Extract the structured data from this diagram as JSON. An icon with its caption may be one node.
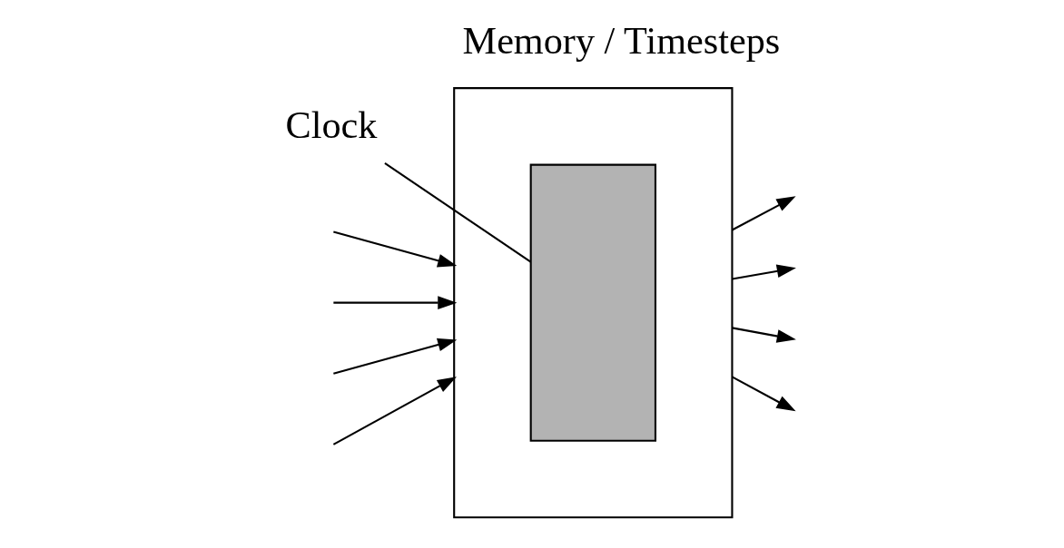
{
  "diagram": {
    "title": "Memory / Timesteps",
    "nodes": [
      {
        "text": [],
        "shape": "box"
      },
      {
        "text": [],
        "shape": "box",
        "in": 0
      },
      {
        "text": [
          "Clock"
        ]
      }
    ],
    "edges": [
      {
        "from": null,
        "to": 0,
        "arrow": "to"
      },
      {
        "from": null,
        "to": 0,
        "arrow": "to"
      },
      {
        "from": null,
        "to": 0,
        "arrow": "to"
      },
      {
        "from": null,
        "to": 0,
        "arrow": "to"
      },
      {
        "from": 0,
        "to": null,
        "arrow": "to"
      },
      {
        "from": 0,
        "to": null,
        "arrow": "to"
      },
      {
        "from": 0,
        "to": null,
        "arrow": "to"
      },
      {
        "from": 0,
        "to": null,
        "arrow": "to"
      },
      {
        "from": 2,
        "to": 1,
        "arrow": "none"
      }
    ]
  }
}
